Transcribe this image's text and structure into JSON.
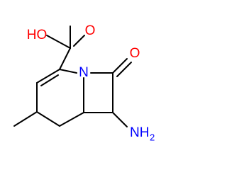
{
  "molecule": {
    "labels": {
      "hydroxyl": "HO",
      "carbonyl_oxygen_acid": "O",
      "ring_nitrogen": "N",
      "lactam_oxygen": "O",
      "amine_main": "NH",
      "amine_subscript": "2"
    },
    "colors": {
      "bond": "#000000",
      "oxygen": "#ff0000",
      "nitrogen": "#0000ff"
    }
  }
}
